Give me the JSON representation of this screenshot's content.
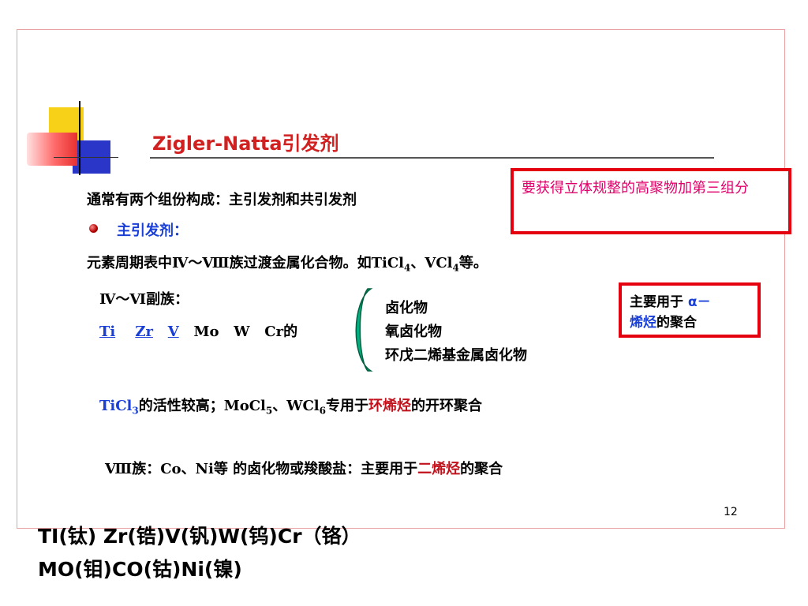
{
  "slide": {
    "title": "Zigler-Natta引发剂",
    "line1": "通常有两个组份构成：主引发剂和共引发剂",
    "main_initiator_heading": "主引发剂：",
    "line3_prefix": "元素周期表中Ⅳ～Ⅷ族过渡金属化合物。如TiCl",
    "line3_sub1": "4",
    "line3_mid": "、VCl",
    "line3_sub2": "4",
    "line3_suffix": "等。",
    "subgroup_label": "Ⅳ～Ⅵ副族：",
    "elements": {
      "ti": "Ti",
      "zr": "Zr",
      "v": "V",
      "rest": "Mo   W   Cr的"
    },
    "compounds": [
      "卤化物",
      "氧卤化物",
      "环戊二烯基金属卤化物"
    ],
    "ticl3_line": {
      "ticl": "TiCl",
      "sub3": "3",
      "text1": "的活性较高；MoCl",
      "sub5": "5",
      "text2": "、WCl",
      "sub6": "6",
      "text3": "专用于",
      "highlight": "环烯烃",
      "text4": "的开环聚合"
    },
    "group8_line": {
      "prefix": "Ⅷ族：Co、Ni等 的卤化物或羧酸盐：主要用于",
      "highlight": "二烯烃",
      "suffix": "的聚合"
    },
    "callout1": "要获得立体规整的高聚物加第三组分",
    "callout2": {
      "prefix": "主要用于 ",
      "alpha": "α－",
      "olefin": "烯烃",
      "suffix": "的聚合"
    },
    "page_number": "12"
  },
  "footer_notes": {
    "line1": "TI(钛) Zr(锆)V(钒)W(钨)Cr（铬）",
    "line2": "MO(钼)CO(钴)Ni(镍)"
  },
  "colors": {
    "title": "#d02020",
    "blue": "#1a3fd6",
    "red": "#c0121c",
    "callout_border": "#e4000f",
    "callout_text": "#e0006a",
    "brace": "#00b080"
  }
}
